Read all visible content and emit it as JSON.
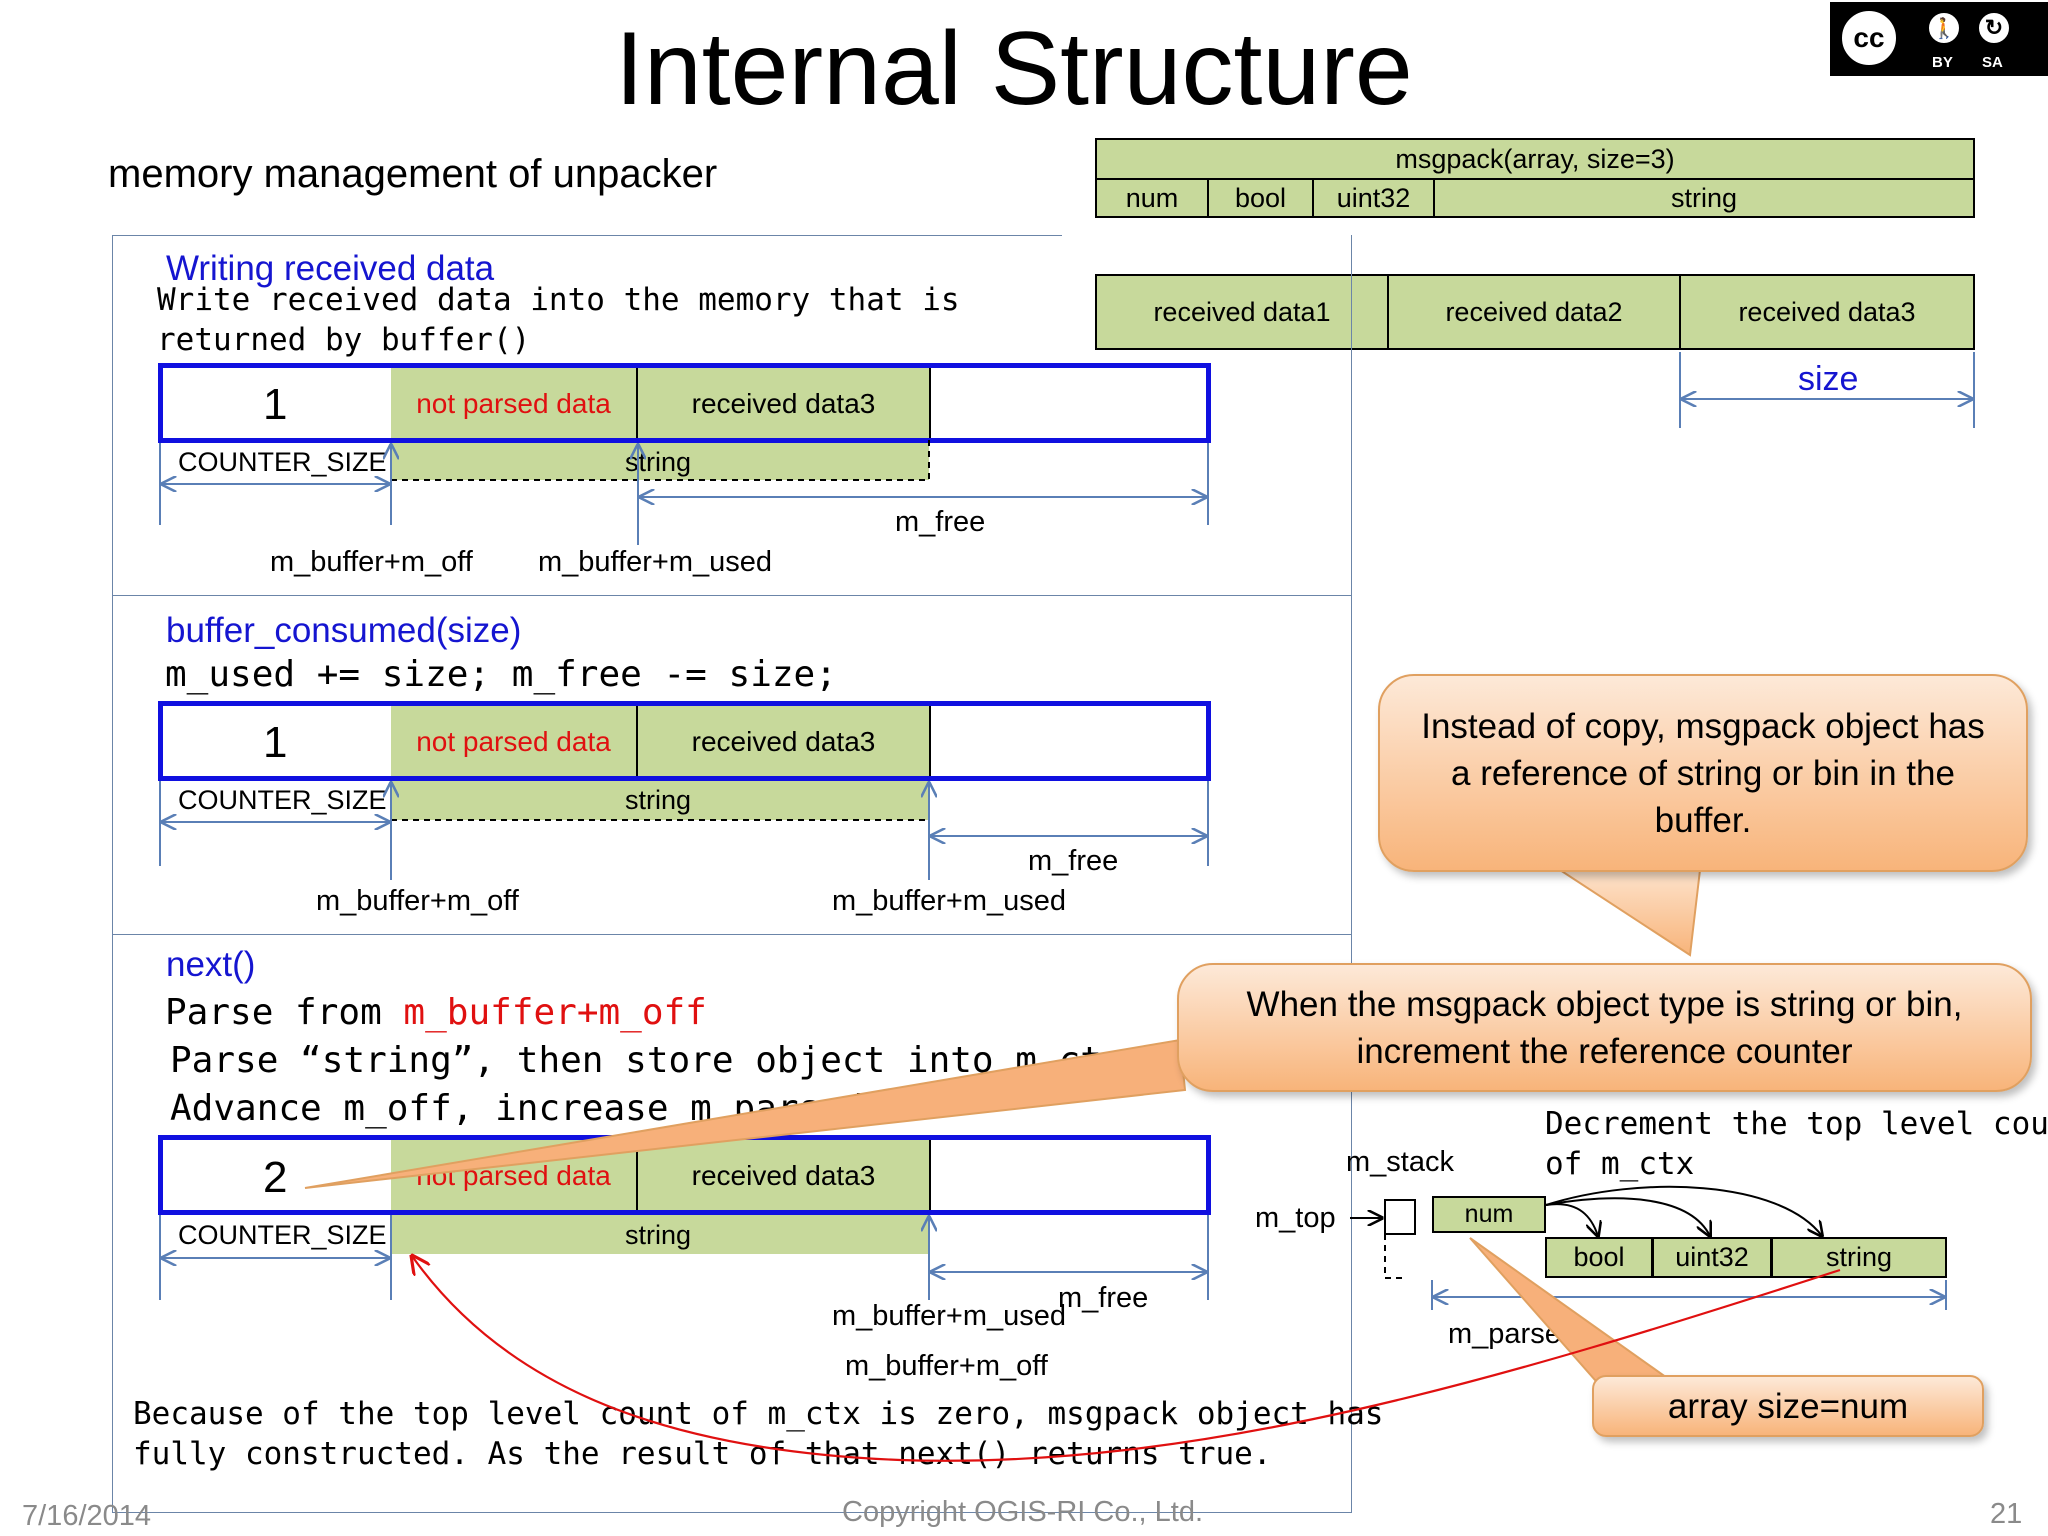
{
  "title": "Internal Structure",
  "subtitle": "memory management of unpacker",
  "license_badge": {
    "text": "cc",
    "by": "BY",
    "sa": "SA"
  },
  "msgpack_header": {
    "label": "msgpack(array, size=3)",
    "cells": [
      "num",
      "bool",
      "uint32",
      "string"
    ]
  },
  "received_row": [
    "received data1",
    "received data2",
    "received data3"
  ],
  "size_label": "size",
  "section1": {
    "heading": "Writing received data",
    "line1": "Write received data into the memory that is",
    "line2": "returned by buffer()",
    "counter": "1",
    "not_parsed": "not parsed data",
    "received": "received data3",
    "counter_size": "COUNTER_SIZE",
    "string_label": "string",
    "m_free": "m_free",
    "m_off": "m_buffer+m_off",
    "m_used": "m_buffer+m_used"
  },
  "section2": {
    "heading": "buffer_consumed(size)",
    "code": "m_used += size; m_free -= size;",
    "counter": "1",
    "not_parsed": "not parsed data",
    "received": "received data3",
    "counter_size": "COUNTER_SIZE",
    "string_label": "string",
    "m_free": "m_free",
    "m_off": "m_buffer+m_off",
    "m_used": "m_buffer+m_used"
  },
  "section3": {
    "heading": "next()",
    "parse_prefix": "Parse from ",
    "parse_target": "m_buffer+m_off",
    "line2": "Parse “string”, then store object into m_ctx.",
    "line3": "Advance m_off, increase m_parsed.",
    "counter": "2",
    "not_parsed": "not parsed data",
    "received": "received data3",
    "counter_size": "COUNTER_SIZE",
    "string_label": "string",
    "m_free": "m_free",
    "m_used": "m_buffer+m_used",
    "m_off": "m_buffer+m_off",
    "footer1": "Because of the top level count of m_ctx is zero, msgpack object has",
    "footer2": "fully constructed. As the result of that next() returns true."
  },
  "bubble_reference": "Instead of copy, msgpack object has a reference of string or bin in the buffer.",
  "bubble_increment": "When the msgpack object type is string or bin, increment the reference counter",
  "bubble_array": "array size=num",
  "stack": {
    "m_stack": "m_stack",
    "m_top": "m_top",
    "note1": "Decrement the top level count",
    "note2": "of m_ctx",
    "num": "num",
    "cells": [
      "bool",
      "uint32",
      "string"
    ],
    "m_parsed": "m_parsed"
  },
  "footer": {
    "date": "7/16/2014",
    "copyright": "Copyright OGIS-RI Co., Ltd.",
    "page": "21"
  }
}
